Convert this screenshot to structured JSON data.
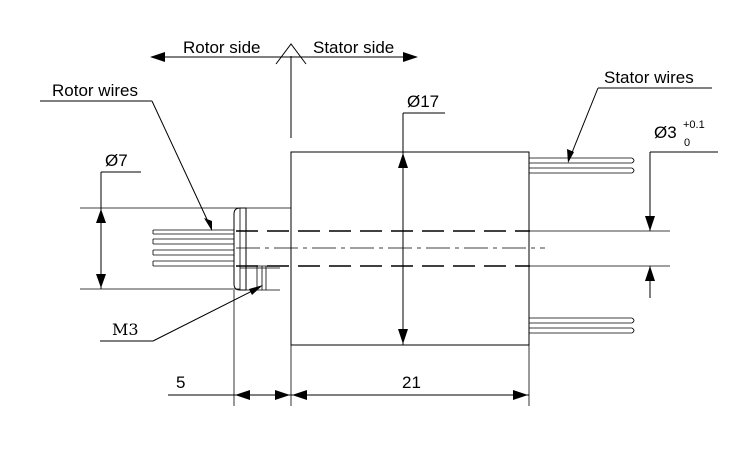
{
  "labels": {
    "rotor_side": "Rotor side",
    "stator_side": "Stator side",
    "rotor_wires": "Rotor wires",
    "stator_wires": "Stator wires",
    "dia_body": "Ø17",
    "dia_rotor": "Ø7",
    "dia_bore": "Ø3",
    "bore_tol_upper": "+0.1",
    "bore_tol_lower": "0",
    "thread": "M3",
    "len_rotor": "5",
    "len_body": "21"
  },
  "colors": {
    "line": "#000000",
    "background": "#ffffff"
  }
}
